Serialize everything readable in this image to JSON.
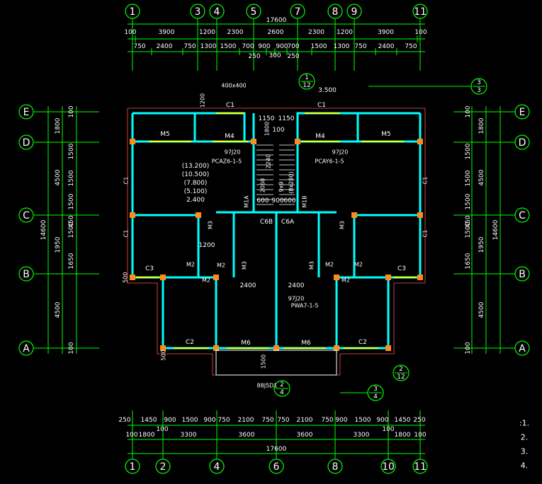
{
  "axes_top": [
    "1",
    "3",
    "4",
    "5",
    "7",
    "8",
    "9",
    "11"
  ],
  "axes_bottom": [
    "1",
    "2",
    "4",
    "6",
    "8",
    "10",
    "11"
  ],
  "axes_left": [
    "E",
    "D",
    "C",
    "B",
    "A"
  ],
  "axes_right": [
    "E",
    "D",
    "C",
    "B",
    "A"
  ],
  "dims_top": {
    "total": "17600",
    "row1": [
      "100",
      "3900",
      "1200",
      "2300",
      "2600",
      "2300",
      "1200",
      "3900",
      "100"
    ],
    "row2": [
      "750",
      "2400",
      "750",
      "1300",
      "1500",
      "700",
      "900",
      "900",
      "700",
      "1500",
      "1300",
      "750",
      "2400",
      "750"
    ],
    "row3": [
      "250",
      "300",
      "250"
    ]
  },
  "dims_bottom": {
    "row1": [
      "250",
      "1450",
      "900",
      "1500",
      "900",
      "750",
      "2100",
      "750",
      "750",
      "2100",
      "750",
      "900",
      "1500",
      "900",
      "1450",
      "250"
    ],
    "row1b": [
      "100",
      "100"
    ],
    "row2": [
      "100",
      "1800",
      "3300",
      "3600",
      "3600",
      "3300",
      "1800",
      "100"
    ],
    "total": "17600"
  },
  "dims_left": {
    "total": "14600",
    "outer": [
      "1800",
      "4500",
      "1950",
      "4500"
    ],
    "inner": [
      "100",
      "1500",
      "1500",
      "1500",
      "450",
      "1500",
      "1650",
      "100"
    ]
  },
  "dims_right": {
    "total": "14600",
    "outer": [
      "1800",
      "4500",
      "1950",
      "4500"
    ],
    "inner": [
      "100",
      "1500",
      "1500",
      "1500",
      "450",
      "1500",
      "1650",
      "100"
    ]
  },
  "labels": {
    "win_400": "400x400",
    "c1": "C1",
    "m4": "M4",
    "m5": "M5",
    "m1a": "M1A",
    "m1b": "M1B",
    "m2": "M2",
    "m3": "M3",
    "m6": "M6",
    "c2": "C2",
    "c3": "C3",
    "c6a": "C6A",
    "c6b": "C6B",
    "std_1": "97J20",
    "std_2": "PCAZ6-1-5",
    "std_3": "PCAY6-1-5",
    "std_4": "PWA7-1-5",
    "std_5": "88J5D1",
    "elev": "3.500",
    "levels": [
      "(13.200)",
      "(10.500)",
      "(7.800)",
      "(5.100)",
      "2.400"
    ],
    "d1150": "1150",
    "d1800": "1800",
    "d100": "100",
    "d1200": "1200",
    "d600": "600",
    "d900": "900",
    "d2400": "2400",
    "d1500": "1500",
    "d500": "500",
    "d2240": "2240",
    "d2060": "2060",
    "stair1": "9x9",
    "stair2": "(8x280)"
  },
  "callouts": {
    "a": [
      "1",
      "12"
    ],
    "b": [
      "3",
      "3"
    ],
    "c": [
      "2",
      "12"
    ],
    "d": [
      "3",
      "4"
    ],
    "e": [
      "2",
      "4"
    ]
  },
  "notes": [
    ":1.",
    "2.",
    "3.",
    "4."
  ]
}
